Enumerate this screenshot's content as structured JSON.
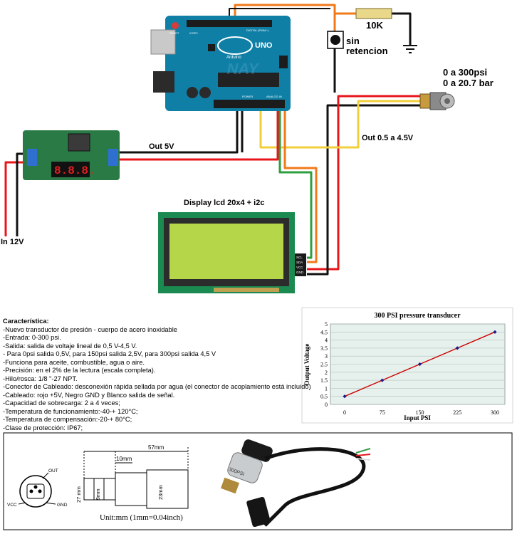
{
  "diagram": {
    "resistor_label": "10K",
    "button_label_line1": "sin",
    "button_label_line2": "retencion",
    "sensor_range_line1": "0 a 300psi",
    "sensor_range_line2": "0 a 20.7 bar",
    "out_5v_label": "Out 5V",
    "out_signal_label": "Out 0.5 a 4.5V",
    "in_12v_label": "In 12V",
    "lcd_label": "Display lcd 20x4 + i2c",
    "lcd_pins": [
      "SCL",
      "SDA",
      "VCC",
      "GND"
    ],
    "converter_display": "8.8.8.",
    "arduino_text": "UNO",
    "arduino_brand": "Arduino",
    "arduino_reset": "RESET",
    "arduino_icsp": "ICSP2",
    "arduino_digital": "DIGITAL (PWM~)",
    "arduino_power": "POWER",
    "arduino_analog": "ANALOG IN",
    "watermark": "NAY"
  },
  "specs": {
    "title": "Característica:",
    "lines": [
      "-Nuevo transductor de presión - cuerpo de acero inoxidable",
      "-Entrada: 0-300 psi.",
      "-Salida: salida de voltaje lineal de 0,5 V-4,5 V.",
      "- Para 0psi salida 0,5V,  para 150psi salida 2,5V,  para 300psi salida 4,5 V",
      "-Funciona para aceite, combustible, agua o aire.",
      "-Precisión: en el 2% de la lectura (escala completa).",
      "-Hilo/rosca: 1/8 \"-27 NPT.",
      "-Conector de Cableado: desconexión rápida sellada por agua (el conector de acoplamiento está incluido)",
      "-Cableado: rojo +5V, Negro GND y Blanco salida de señal.",
      "-Capacidad de sobrecarga: 2 a 4 veces;",
      "-Temperatura de funcionamiento:-40-+ 120°C;",
      "-Temperatura de compensación:-20-+ 80°C;",
      "-Clase de protección: IP67;"
    ]
  },
  "chart_data": {
    "type": "line",
    "title": "300 PSI pressure transducer",
    "xlabel": "Input PSI",
    "ylabel": "Output Voltage",
    "x": [
      0,
      75,
      150,
      225,
      300
    ],
    "x_ticks": [
      "0",
      "75",
      "150",
      "225",
      "300"
    ],
    "y_ticks": [
      "0",
      "0.5",
      "1",
      "1.5",
      "2",
      "2.5",
      "3",
      "3.5",
      "4",
      "4.5",
      "5"
    ],
    "ylim": [
      0,
      5
    ],
    "series": [
      {
        "values": [
          0.5,
          1.5,
          2.5,
          3.5,
          4.5
        ],
        "color": "#cc0000",
        "marker_color": "#1a1a8c"
      }
    ],
    "grid": true,
    "background": "#e6f0ec"
  },
  "dimensions": {
    "length_label": "57mm",
    "hex_label": "10mm",
    "height_left_label": "27 mm",
    "thread_label": "9mm",
    "height_right_label": "23mm",
    "unit_label": "Unit:mm (1mm=0.04inch)",
    "pin_out": "OUT",
    "pin_vcc": "VCC",
    "pin_gnd": "GND",
    "sensor_print": "300PSI"
  },
  "colors": {
    "wire_red": "#e8161b",
    "wire_black": "#111111",
    "wire_orange": "#f07a1a",
    "wire_yellow": "#f2cf3a",
    "wire_green": "#2e9e3e",
    "arduino_blue": "#0f7fa6",
    "converter_green": "#2a7a46",
    "lcd_green": "#b6d64a",
    "lcd_frame": "#1a8a50",
    "resistor_tan": "#e9d88a",
    "terminal_blue": "#2f6fd0"
  }
}
